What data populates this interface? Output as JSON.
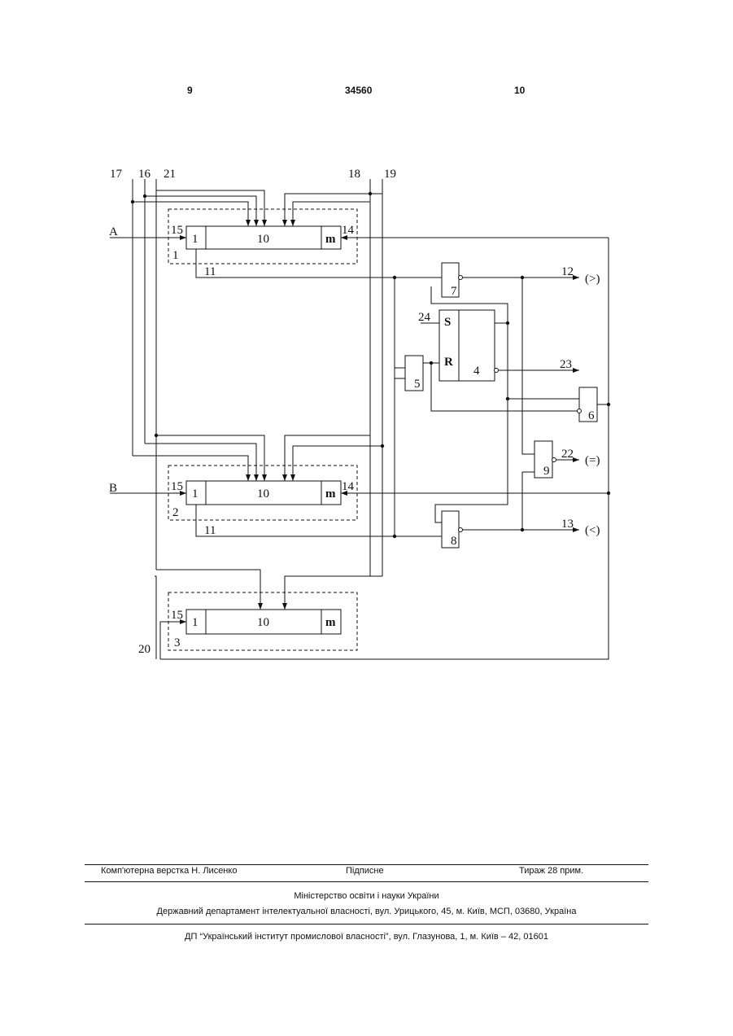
{
  "header": {
    "page_left": "9",
    "patent_number": "34560",
    "page_right": "10"
  },
  "diagram": {
    "bus_labels": [
      "17",
      "16",
      "21",
      "18",
      "19",
      "20"
    ],
    "inputs": {
      "a": "A",
      "b": "B"
    },
    "registers": [
      {
        "id": "1",
        "left": "1",
        "middle": "10",
        "right": "m",
        "pin_left": "15",
        "pin_right": "14"
      },
      {
        "id": "2",
        "left": "1",
        "middle": "10",
        "right": "m",
        "pin_left": "15",
        "pin_right": "14"
      },
      {
        "id": "3",
        "left": "1",
        "middle": "10",
        "right": "m",
        "pin_left": "15",
        "pin_right": ""
      }
    ],
    "line_labels": {
      "upper": "11",
      "lower": "11"
    },
    "gates": [
      "7",
      "5",
      "6",
      "9",
      "8"
    ],
    "trigger": {
      "id": "4",
      "set": "S",
      "reset": "R"
    },
    "outputs": [
      {
        "num": "12",
        "sym": "(>)"
      },
      {
        "num": "23",
        "sym": ""
      },
      {
        "num": "22",
        "sym": "(=)"
      },
      {
        "num": "13",
        "sym": "(<)"
      }
    ],
    "control_input": "24"
  },
  "footer": {
    "layout_by": "Комп'ютерна верстка Н. Лисенко",
    "signed": "Підписне",
    "circulation": "Тираж 28 прим.",
    "ministry": "Міністерство освіти і науки України",
    "department": "Державний департамент інтелектуальної власності, вул. Урицького, 45, м. Київ, МСП, 03680, Україна",
    "institute": "ДП “Український інститут промислової власності”, вул. Глазунова, 1, м. Київ – 42, 01601"
  }
}
